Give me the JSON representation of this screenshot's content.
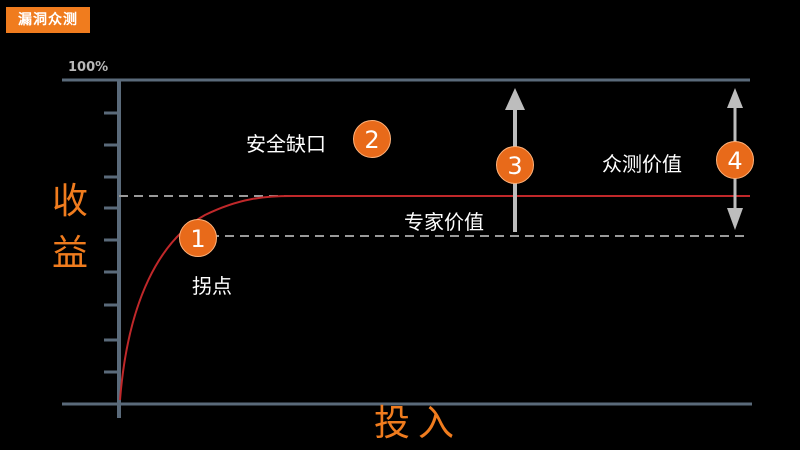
{
  "tag": {
    "text": "漏洞众测"
  },
  "axes": {
    "y_title": "收益",
    "x_title": "投入",
    "y_max_label": "100%"
  },
  "labels": {
    "security_gap": "安全缺口",
    "inflection_point": "拐点",
    "expert_value": "专家价值",
    "crowdtest_value": "众测价值"
  },
  "badges": [
    "1",
    "2",
    "3",
    "4"
  ],
  "colors": {
    "accent": "#f07c1e",
    "curve": "#c0282a",
    "axis": "#5a6a7a"
  }
}
